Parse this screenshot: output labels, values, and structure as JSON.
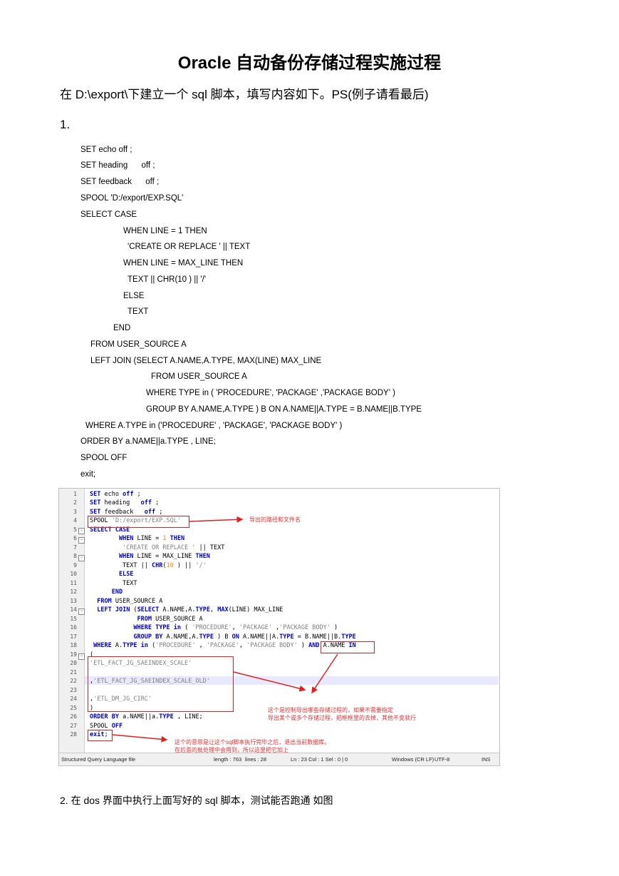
{
  "document": {
    "title": "Oracle 自动备份存储过程实施过程",
    "intro": "在 D:\\export\\下建立一个 sql 脚本，填写内容如下。PS(例子请看最后)",
    "step1_label": "1.",
    "step2_label": "2.   在 dos 界面中执行上面写好的 sql 脚本，测试能否跑通  如图"
  },
  "code_listing": [
    "SET echo off ;",
    "SET heading      off ;",
    "SET feedback      off ;",
    "SPOOL 'D:/export/EXP.SQL'",
    "SELECT CASE",
    "WHEN LINE = 1 THEN",
    "'CREATE OR REPLACE ' || TEXT",
    "WHEN LINE = MAX_LINE THEN",
    "TEXT || CHR(10 ) || '/'",
    "ELSE",
    "TEXT",
    "END",
    "FROM USER_SOURCE A",
    "LEFT JOIN (SELECT A.NAME,A.TYPE, MAX(LINE) MAX_LINE",
    "FROM USER_SOURCE A",
    "WHERE TYPE in ( 'PROCEDURE', 'PACKAGE' ,'PACKAGE BODY' )",
    "GROUP BY A.NAME,A.TYPE ) B ON A.NAME||A.TYPE = B.NAME||B.TYPE",
    "WHERE A.TYPE in ('PROCEDURE' , 'PACKAGE', 'PACKAGE BODY' )",
    "ORDER BY a.NAME||a.TYPE , LINE;",
    "SPOOL OFF",
    "exit;"
  ],
  "editor": {
    "line_numbers": [
      "1",
      "2",
      "3",
      "4",
      "5",
      "6",
      "7",
      "8",
      "9",
      "10",
      "11",
      "12",
      "13",
      "14",
      "15",
      "16",
      "17",
      "18",
      "19",
      "20",
      "21",
      "22",
      "23",
      "24",
      "25",
      "26",
      "27",
      "28"
    ],
    "annotations": {
      "spool_note": "导出的路径和文件名",
      "filter_note_1": "这个是控制导出哪些存储过程的，如果不需要指定",
      "filter_note_2": "导出某个或多个存储过程，把框框里的去掉，其他不变就行",
      "exit_note_1": "这个的意思是让这个sql脚本执行完毕之后，退出当前数据库。",
      "exit_note_2": "在后面的批处理中会用到，所以这里把它加上"
    },
    "status": {
      "file_type": "Structured Query Language file",
      "length": "length : 763",
      "lines": "lines : 28",
      "position": "Ln : 23    Col : 1    Sel : 0 | 0",
      "eol": "Windows (CR LF)",
      "encoding": "UTF-8",
      "mode": "INS"
    }
  },
  "colors": {
    "keyword": "#0000cc",
    "string": "#808080",
    "number": "#ff8000",
    "annotation": "#e03030"
  }
}
